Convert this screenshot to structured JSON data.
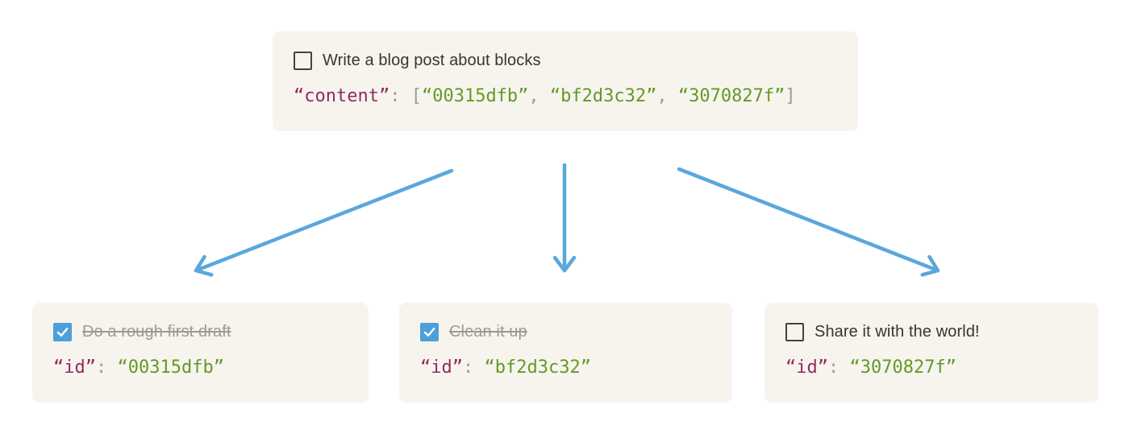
{
  "colors": {
    "card_bg": "#f7f4ee",
    "arrow": "#5aa7dc",
    "checkbox_blue": "#4ca0d8",
    "text": "#37352f",
    "text_done": "#9b9a97",
    "code_key": "#8f2c5c",
    "code_punct": "#9b9b98",
    "code_string": "#629a27"
  },
  "parent_card": {
    "todo": {
      "label": "Write a blog post about blocks",
      "checked": false
    },
    "code": {
      "key": "“content”",
      "colon": ": ",
      "open_bracket": "[",
      "comma": ", ",
      "close_bracket": "]",
      "values": [
        "“00315dfb”",
        "“bf2d3c32”",
        "“3070827f”"
      ]
    }
  },
  "child_cards": [
    {
      "todo": {
        "label": "Do a rough first draft",
        "checked": true
      },
      "code": {
        "key": "“id”",
        "colon": ": ",
        "value": "“00315dfb”"
      }
    },
    {
      "todo": {
        "label": "Clean it up",
        "checked": true
      },
      "code": {
        "key": "“id”",
        "colon": ": ",
        "value": "“bf2d3c32”"
      }
    },
    {
      "todo": {
        "label": "Share it with the world!",
        "checked": false
      },
      "code": {
        "key": "“id”",
        "colon": ": ",
        "value": "“3070827f”"
      }
    }
  ]
}
